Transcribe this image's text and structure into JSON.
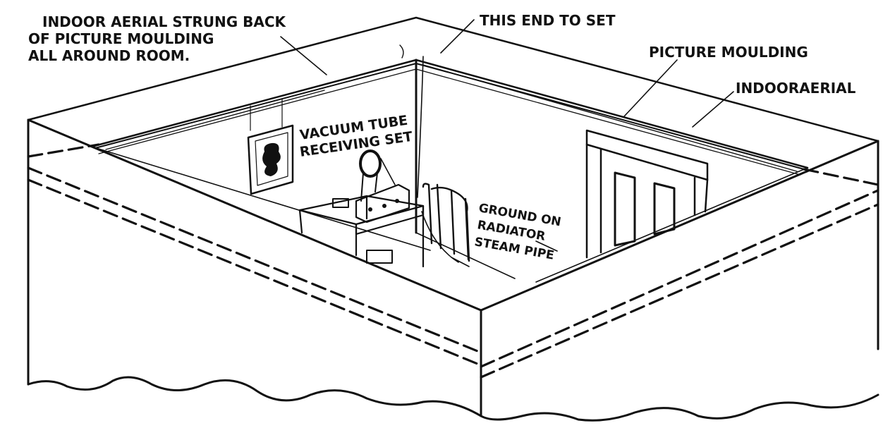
{
  "labels": {
    "aerial_line1": "INDOOR AERIAL STRUNG BACK",
    "aerial_line2": "OF PICTURE MOULDING",
    "aerial_line3": "ALL AROUND ROOM.",
    "this_end": "THIS END TO SET",
    "picture_moulding": "PICTURE MOULDING",
    "indoor_aerial": "INDOORAERIAL",
    "vacuum_line1": "VACUUM TUBE",
    "vacuum_line2": "RECEIVING SET",
    "ground_line1": "GROUND ON",
    "ground_line2": "RADIATOR",
    "ground_line3": "STEAM PIPE"
  }
}
